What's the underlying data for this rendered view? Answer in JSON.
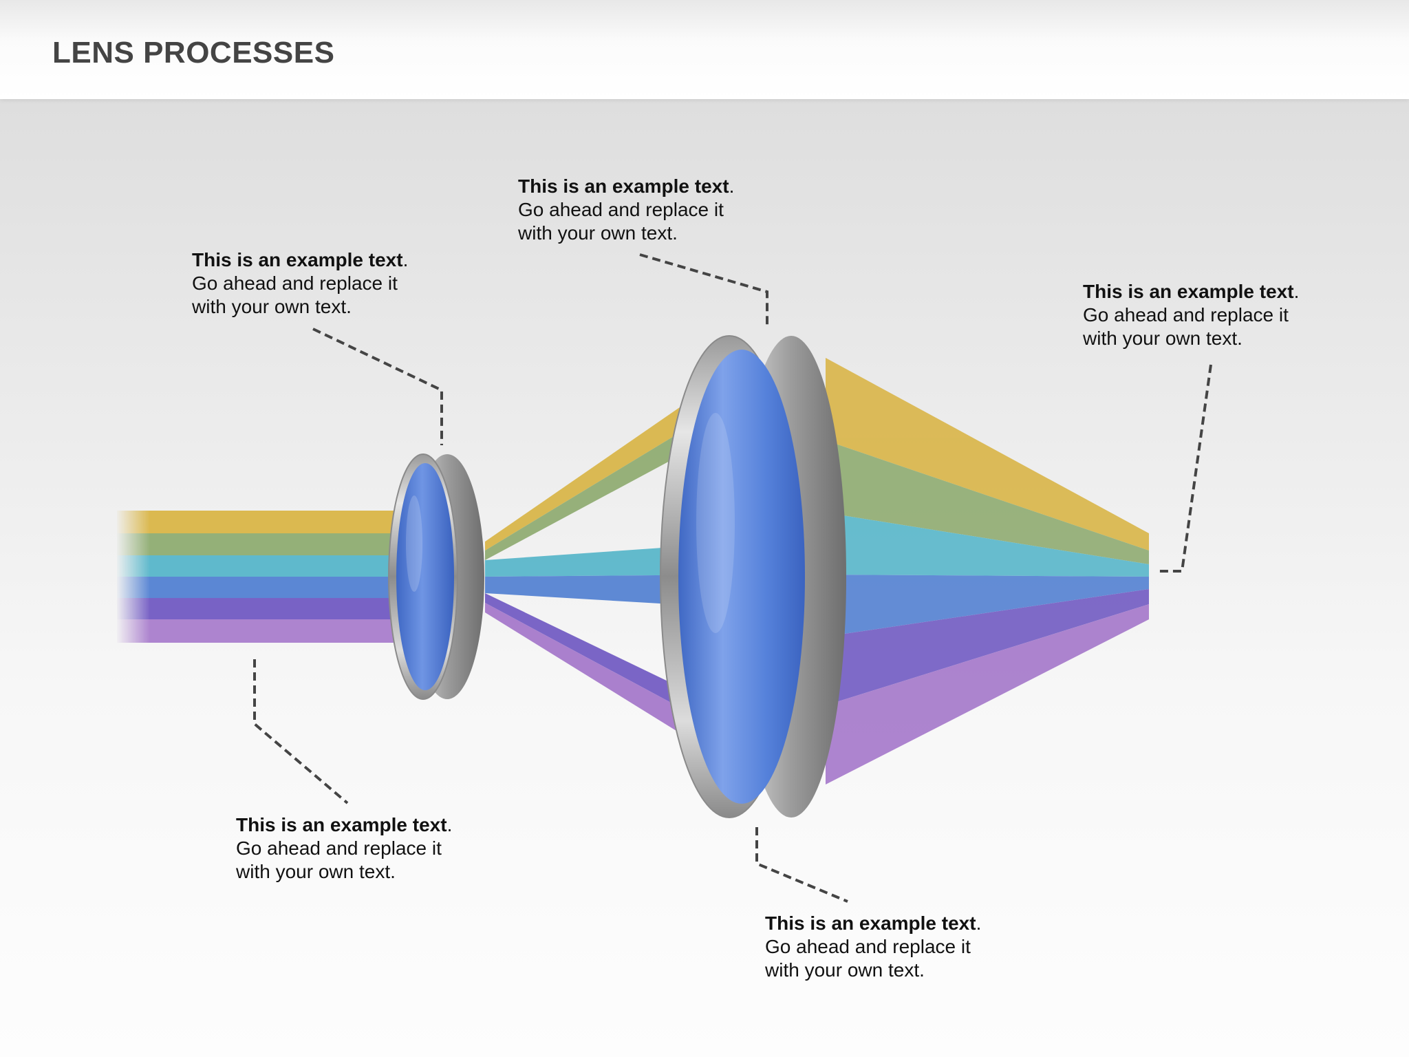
{
  "title": "LENS PROCESSES",
  "colors": {
    "band_yellow": "#d8b23e",
    "band_green": "#8aa86a",
    "band_cyan": "#4fb3c8",
    "band_blue": "#4a7bd0",
    "band_indigo": "#6a52c0",
    "band_violet": "#a070c8",
    "lens_glass": "#4f7fdc",
    "lens_rim": "#b0b0b0",
    "leader_line": "#444444"
  },
  "callouts": [
    {
      "id": "top-left",
      "bold": "This is an example text",
      "period": ".",
      "line2": "Go ahead and replace it",
      "line3": "with your own text."
    },
    {
      "id": "top-center",
      "bold": "This is an example text",
      "period": ".",
      "line2": "Go ahead and replace it",
      "line3": "with your own text."
    },
    {
      "id": "top-right",
      "bold": "This is an example text",
      "period": ".",
      "line2": "Go ahead and replace it",
      "line3": "with your own text."
    },
    {
      "id": "bottom-left",
      "bold": "This is an example text",
      "period": ".",
      "line2": "Go ahead and replace it",
      "line3": "with your own text."
    },
    {
      "id": "bottom-center",
      "bold": "This is an example text",
      "period": ".",
      "line2": "Go ahead and replace it",
      "line3": "with your own text."
    }
  ]
}
